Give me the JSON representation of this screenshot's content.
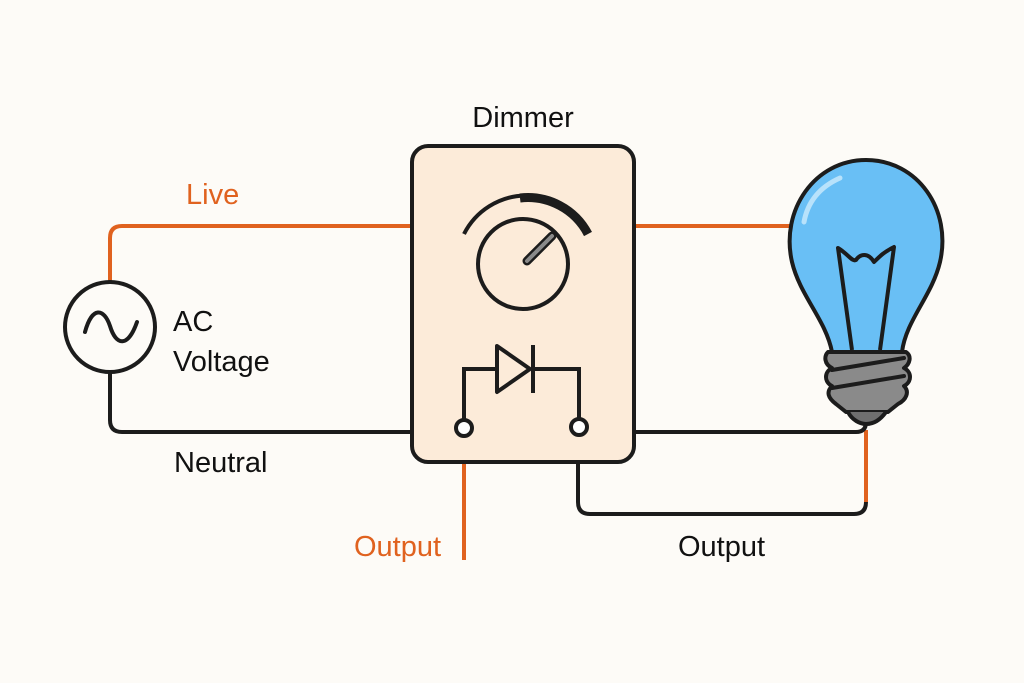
{
  "diagram": {
    "title": "Dimmer",
    "labels": {
      "live": "Live",
      "neutral": "Neutral",
      "ac_line1": "AC",
      "ac_line2": "Voltage",
      "output_left": "Output",
      "output_right": "Output"
    },
    "components": {
      "source": "AC voltage source",
      "dimmer": "Dimmer (knob + diode)",
      "load": "Light bulb"
    },
    "colors": {
      "background": "#fdfbf7",
      "live_wire": "#e0621f",
      "neutral_wire": "#1c1c1c",
      "dimmer_fill": "#fcebd9",
      "bulb_fill": "#69bff5",
      "bulb_base": "#8a8a8a",
      "text_dark": "#111111",
      "text_orange": "#e0621f"
    }
  }
}
